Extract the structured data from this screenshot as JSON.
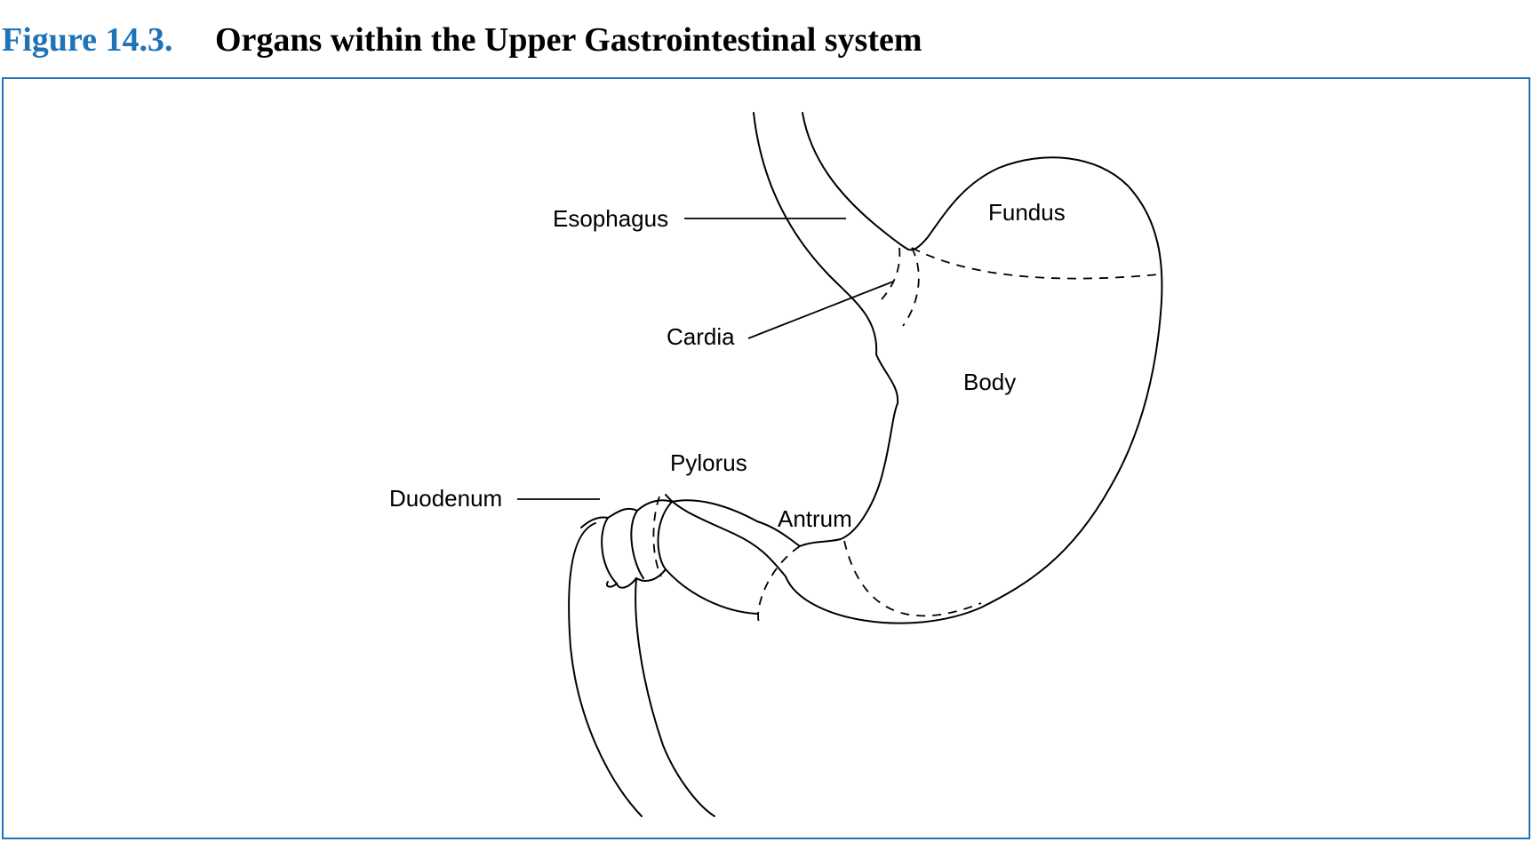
{
  "figure": {
    "number": "Figure 14.3.",
    "title": "Organs within the Upper Gastrointestinal system",
    "accent_color": "#1f73b7"
  },
  "labels": {
    "esophagus": "Esophagus",
    "fundus": "Fundus",
    "cardia": "Cardia",
    "body": "Body",
    "pylorus": "Pylorus",
    "duodenum": "Duodenum",
    "antrum": "Antrum"
  }
}
